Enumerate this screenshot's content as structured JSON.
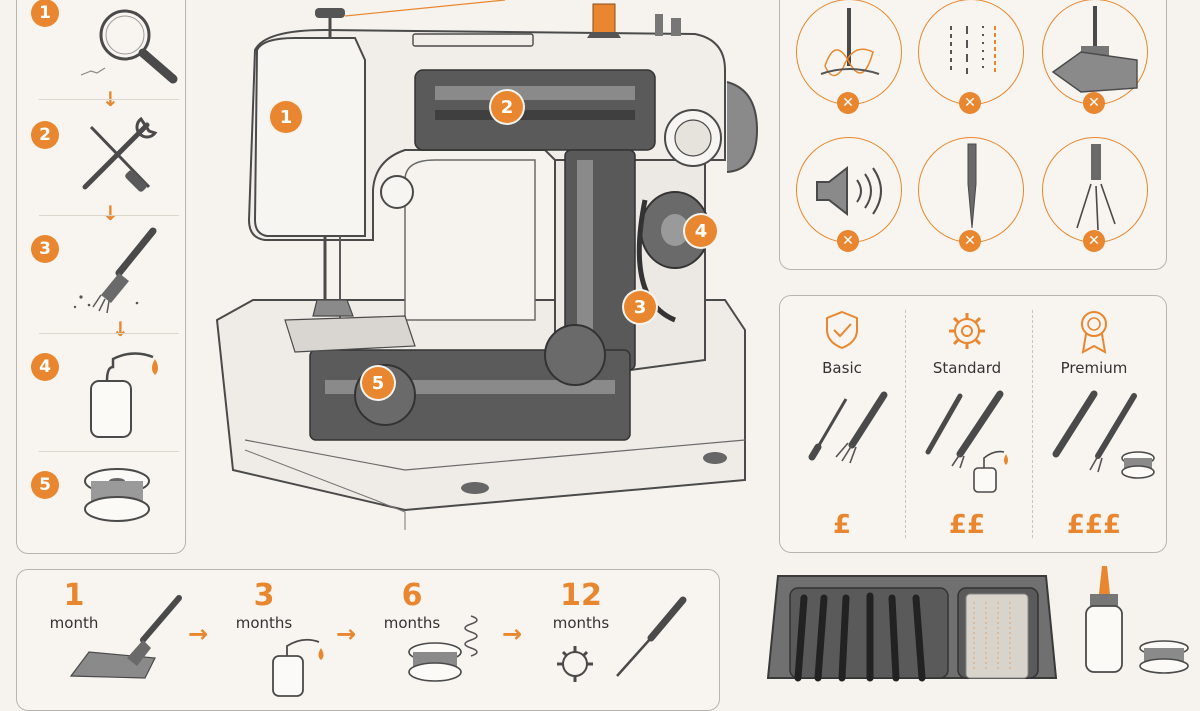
{
  "steps": [
    {
      "num": "1",
      "icon": "magnifier-icon"
    },
    {
      "num": "2",
      "icon": "wrench-screwdriver-icon"
    },
    {
      "num": "3",
      "icon": "brush-icon"
    },
    {
      "num": "4",
      "icon": "oil-bottle-icon"
    },
    {
      "num": "5",
      "icon": "bobbin-icon"
    }
  ],
  "machine_parts": [
    "1",
    "2",
    "3",
    "4",
    "5"
  ],
  "problems": [
    {
      "icon": "thread-tangle-icon",
      "status": "✕"
    },
    {
      "icon": "skipped-stitches-icon",
      "status": "✕"
    },
    {
      "icon": "fabric-jam-icon",
      "status": "✕"
    },
    {
      "icon": "noise-speaker-icon",
      "status": "✕"
    },
    {
      "icon": "bent-needle-icon",
      "status": "✕"
    },
    {
      "icon": "broken-needle-icon",
      "status": "✕"
    }
  ],
  "tiers": [
    {
      "label": "Basic",
      "icon": "shield-check-icon",
      "price": "£"
    },
    {
      "label": "Standard",
      "icon": "gear-icon",
      "price": "££"
    },
    {
      "label": "Premium",
      "icon": "award-ribbon-icon",
      "price": "£££"
    }
  ],
  "schedule": [
    {
      "num": "1",
      "unit": "month",
      "icon": "brush-icon"
    },
    {
      "num": "3",
      "unit": "months",
      "icon": "oil-bottle-icon"
    },
    {
      "num": "6",
      "unit": "months",
      "icon": "bobbin-spring-icon"
    },
    {
      "num": "12",
      "unit": "months",
      "icon": "gear-screwdriver-icon"
    }
  ],
  "colors": {
    "accent": "#e8872f",
    "line": "#4a4a4a",
    "panel_border": "#b9b4ad",
    "background": "#f6f3ee"
  }
}
